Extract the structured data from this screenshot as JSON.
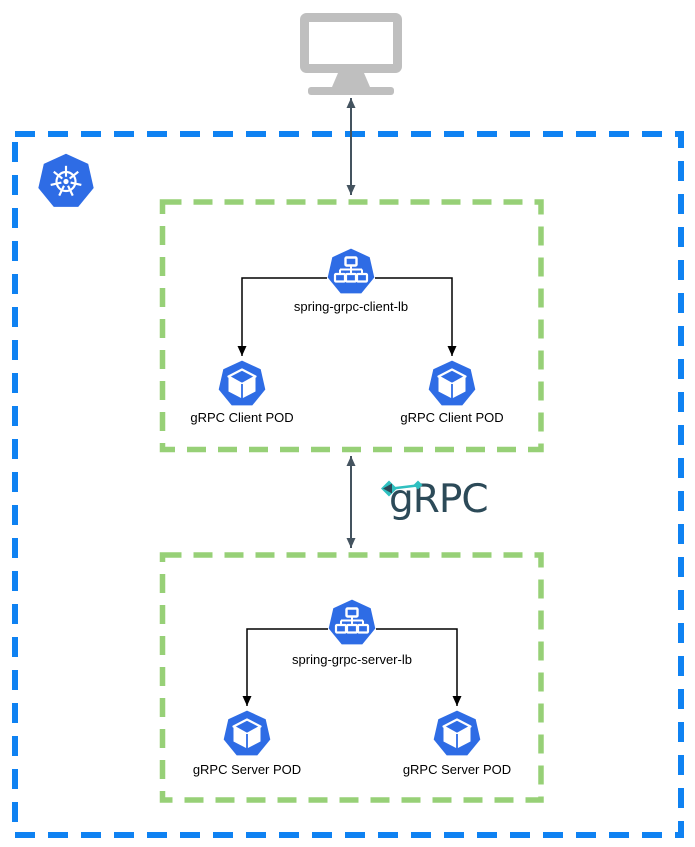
{
  "diagram": {
    "user_icon": "monitor-icon",
    "cluster_icon": "kubernetes-logo-icon",
    "nodes": {
      "client_lb": {
        "label": "spring-grpc-client-lb",
        "icon": "service-lb-icon"
      },
      "client_pods": [
        {
          "label": "gRPC Client POD",
          "icon": "pod-cube-icon"
        },
        {
          "label": "gRPC Client POD",
          "icon": "pod-cube-icon"
        }
      ],
      "server_lb": {
        "label": "spring-grpc-server-lb",
        "icon": "service-lb-icon"
      },
      "server_pods": [
        {
          "label": "gRPC Server POD",
          "icon": "pod-cube-icon"
        },
        {
          "label": "gRPC Server POD",
          "icon": "pod-cube-icon"
        }
      ]
    },
    "logo": {
      "text": "gRPC"
    }
  },
  "colors": {
    "cluster_border": "#0F82F2",
    "group_border": "#97D077",
    "icon_blue": "#2E6CE5",
    "monitor_gray": "#BFBFBF",
    "arrow_slate": "#44535F",
    "connector_black": "#000000",
    "grpc_dark": "#2C4A58",
    "grpc_teal": "#2FC0C0",
    "label_text": "#000000"
  }
}
